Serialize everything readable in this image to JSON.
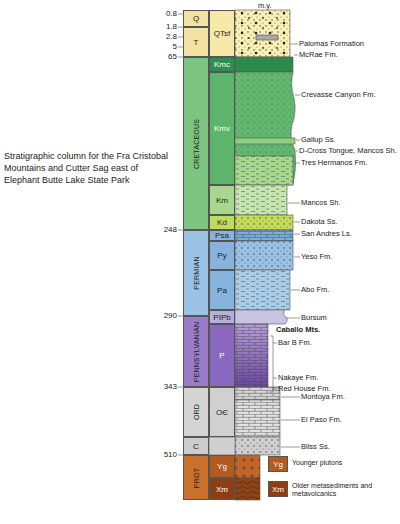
{
  "diagram": {
    "title": "Stratigraphic column for the Fra Cristobal Mountains and Cutter Sag east of Elephant Butte Lake State Park",
    "nodes": [
      {
        "text": [
          "Q"
        ]
      },
      {
        "text": [
          "T"
        ]
      },
      {
        "text": [
          "QTsf"
        ]
      },
      {
        "text": [
          "CRETACEOUS"
        ]
      },
      {
        "text": [
          "Kmc"
        ]
      },
      {
        "text": [
          "Kmv"
        ]
      },
      {
        "text": [
          "Km"
        ]
      },
      {
        "text": [
          "Kd"
        ]
      },
      {
        "text": [
          "PERMIAN"
        ]
      },
      {
        "text": [
          "Psa"
        ]
      },
      {
        "text": [
          "Py"
        ]
      },
      {
        "text": [
          "Pa"
        ]
      },
      {
        "text": [
          "PIPb"
        ]
      },
      {
        "text": [
          "PENNSYLVANIAN"
        ]
      },
      {
        "text": [
          "P"
        ]
      },
      {
        "text": [
          "ORD"
        ]
      },
      {
        "text": [
          "OЄ"
        ]
      },
      {
        "text": [
          "C"
        ]
      },
      {
        "text": [
          "PROT"
        ]
      },
      {
        "text": [
          "Yg"
        ]
      },
      {
        "text": [
          "Xm"
        ]
      }
    ],
    "labels": [
      "m.y.",
      "0.8",
      "1.8",
      "2.8",
      "5",
      "65",
      "248",
      "290",
      "343",
      "510",
      "Palomas Formation",
      "McRae Fm.",
      "Crevasse Canyon Fm.",
      "Gallup Ss.",
      "D-Cross Tongue, Mancos Sh.",
      "Tres Hermanos Fm.",
      "Mancos Sh.",
      "Dakota Ss.",
      "San Andres Ls.",
      "Yeso Fm.",
      "Abo Fm.",
      "Bursum",
      "Caballo Mts.",
      "Bar B Fm.",
      "Nakaye Fm.",
      "Red House Fm.",
      "Montoya Fm.",
      "El Paso Fm.",
      "Bliss Ss.",
      "Yg",
      "Xm"
    ],
    "legend": [
      {
        "text": "Younger plutons",
        "color": "#b35a1e"
      },
      {
        "text": "Older metasediments and metavolcanics",
        "color": "#8c3f14"
      }
    ]
  }
}
